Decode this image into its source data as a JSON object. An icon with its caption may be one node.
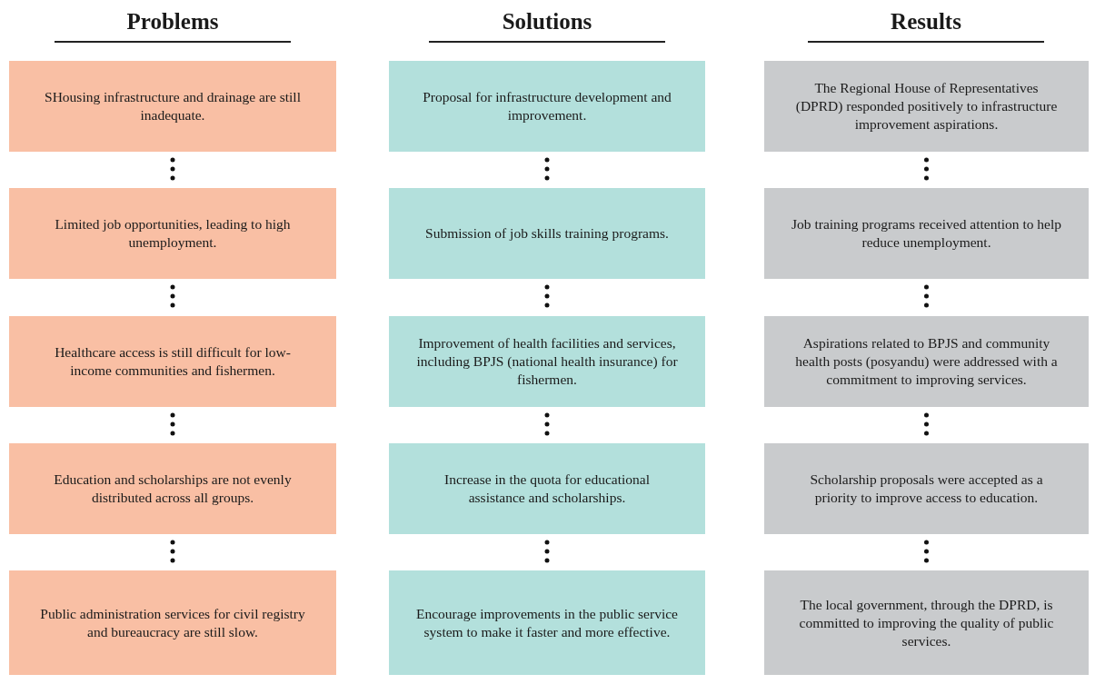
{
  "diagram": {
    "nodes": [
      {
        "text": [
          "SHousing infrastructure and drainage are still inadequate."
        ]
      },
      {
        "text": [
          "Limited job opportunities, leading to high unemployment."
        ]
      },
      {
        "text": [
          "Healthcare access is still difficult for low-income communities and fishermen."
        ]
      },
      {
        "text": [
          "Education and scholarships are not evenly distributed across all groups."
        ]
      },
      {
        "text": [
          "Public administration services for civil registry and bureaucracy are still slow."
        ]
      },
      {
        "text": [
          "Proposal for infrastructure development and improvement."
        ]
      },
      {
        "text": [
          "Submission of job skills training programs."
        ]
      },
      {
        "text": [
          "Improvement of health facilities and services, including BPJS (national health insurance) for fishermen."
        ]
      },
      {
        "text": [
          "Increase in the quota for educational assistance and scholarships."
        ]
      },
      {
        "text": [
          "Encourage improvements in the public service system to make it faster and more effective."
        ]
      },
      {
        "text": [
          "The Regional House of Representatives (DPRD) responded positively to infrastructure improvement aspirations."
        ]
      },
      {
        "text": [
          "Job training programs received attention to help reduce unemployment."
        ]
      },
      {
        "text": [
          "Aspirations related to BPJS and community health posts (posyandu) were addressed with a commitment to improving services."
        ]
      },
      {
        "text": [
          "Scholarship proposals were accepted as a priority to improve access to education."
        ]
      },
      {
        "text": [
          "The local government, through the DPRD, is committed to improving the quality of public services."
        ]
      }
    ],
    "edges": [
      {
        "from": 0,
        "to": 1,
        "arrow": "none"
      },
      {
        "from": 1,
        "to": 2,
        "arrow": "none"
      },
      {
        "from": 2,
        "to": 3,
        "arrow": "none"
      },
      {
        "from": 3,
        "to": 4,
        "arrow": "none"
      },
      {
        "from": 5,
        "to": 6,
        "arrow": "none"
      },
      {
        "from": 6,
        "to": 7,
        "arrow": "none"
      },
      {
        "from": 7,
        "to": 8,
        "arrow": "none"
      },
      {
        "from": 8,
        "to": 9,
        "arrow": "none"
      },
      {
        "from": 10,
        "to": 11,
        "arrow": "none"
      },
      {
        "from": 11,
        "to": 12,
        "arrow": "none"
      },
      {
        "from": 12,
        "to": 13,
        "arrow": "none"
      },
      {
        "from": 13,
        "to": 14,
        "arrow": "none"
      }
    ],
    "labels": [
      "Problems",
      "Solutions",
      "Results"
    ]
  }
}
